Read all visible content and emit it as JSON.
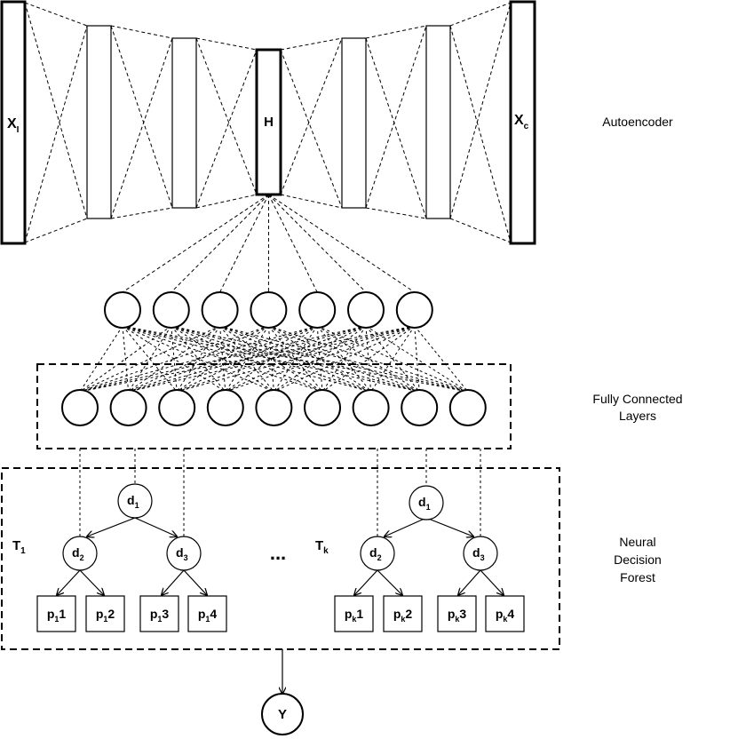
{
  "autoencoder": {
    "label": "Autoencoder",
    "input_label": "X",
    "input_sub": "I",
    "hidden_label": "H",
    "output_label": "X",
    "output_sub": "c"
  },
  "fully_connected": {
    "label_line1": "Fully Connected",
    "label_line2": "Layers",
    "layer1_count": 7,
    "layer2_count": 9
  },
  "forest": {
    "label_line1": "Neural",
    "label_line2": "Decision",
    "label_line3": "Forest",
    "ellipsis": "...",
    "trees": [
      {
        "name": "T",
        "sub": "1",
        "nodes": [
          {
            "name": "d",
            "sub": "1"
          },
          {
            "name": "d",
            "sub": "2"
          },
          {
            "name": "d",
            "sub": "3"
          }
        ],
        "leaves": [
          {
            "p": "p",
            "sub": "1",
            "n": "1"
          },
          {
            "p": "p",
            "sub": "1",
            "n": "2"
          },
          {
            "p": "p",
            "sub": "1",
            "n": "3"
          },
          {
            "p": "p",
            "sub": "1",
            "n": "4"
          }
        ]
      },
      {
        "name": "T",
        "sub": "k",
        "nodes": [
          {
            "name": "d",
            "sub": "1"
          },
          {
            "name": "d",
            "sub": "2"
          },
          {
            "name": "d",
            "sub": "3"
          }
        ],
        "leaves": [
          {
            "p": "p",
            "sub": "k",
            "n": "1"
          },
          {
            "p": "p",
            "sub": "k",
            "n": "2"
          },
          {
            "p": "p",
            "sub": "k",
            "n": "3"
          },
          {
            "p": "p",
            "sub": "k",
            "n": "4"
          }
        ]
      }
    ]
  },
  "output": {
    "label": "Y"
  }
}
